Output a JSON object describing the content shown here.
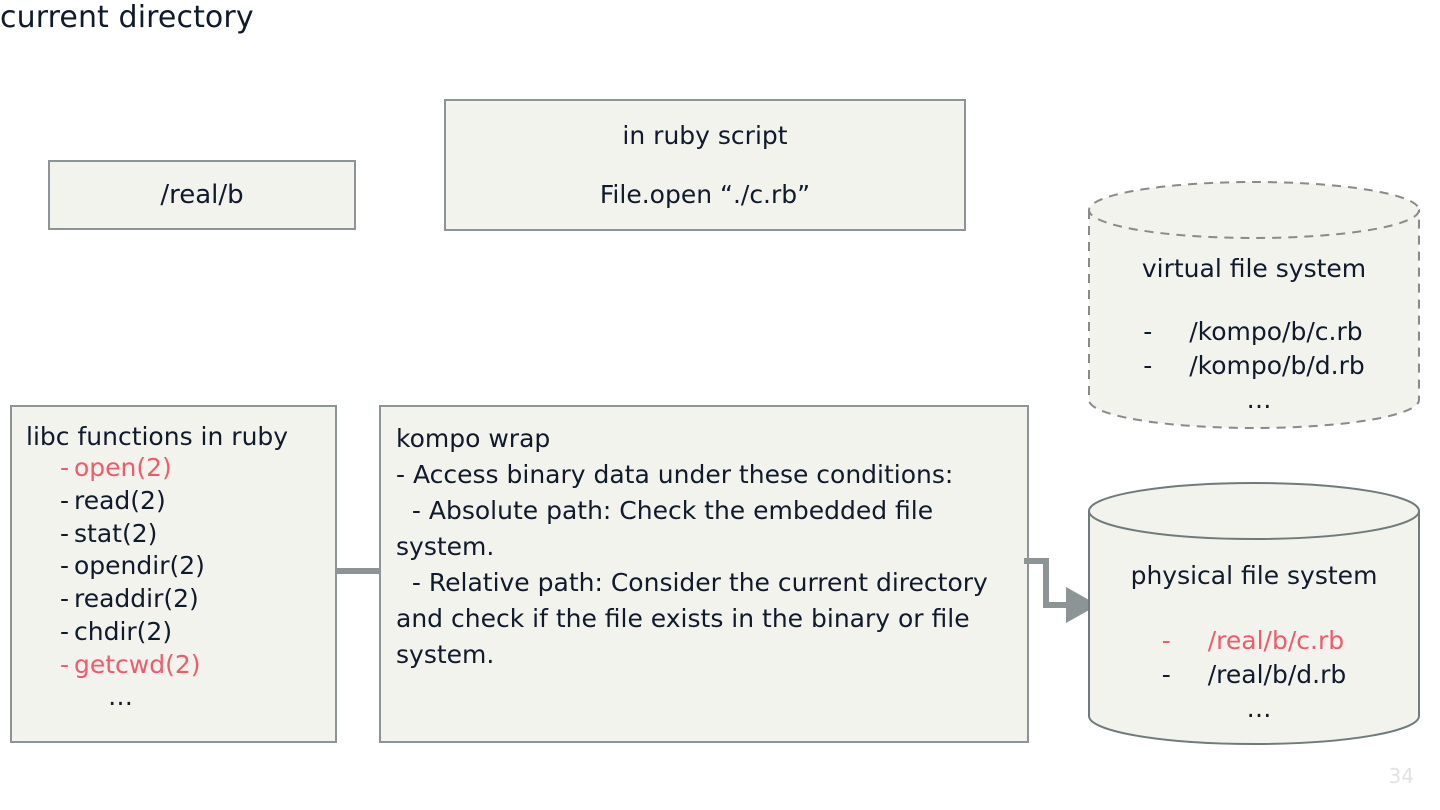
{
  "slide": {
    "page_number": "34",
    "colors": {
      "box_fill": "#f2f3ed",
      "box_border": "#8c9496",
      "text": "#101a2d",
      "highlight_red": "#ef5b6b",
      "connector": "#8c9496",
      "page_number": "#e2e2e2"
    }
  },
  "current_directory": {
    "title": "current directory",
    "value": "/real/b"
  },
  "ruby_script": {
    "title": "in ruby script",
    "code": "File.open “./c.rb”"
  },
  "libc": {
    "title": "libc functions in ruby",
    "items": [
      {
        "dash": "-",
        "label": "open(2)",
        "highlight": true
      },
      {
        "dash": "-",
        "label": "read(2)",
        "highlight": false
      },
      {
        "dash": "-",
        "label": "stat(2)",
        "highlight": false
      },
      {
        "dash": "-",
        "label": "opendir(2)",
        "highlight": false
      },
      {
        "dash": "-",
        "label": "readdir(2)",
        "highlight": false
      },
      {
        "dash": "-",
        "label": "chdir(2)",
        "highlight": false
      },
      {
        "dash": "-",
        "label": "getcwd(2)",
        "highlight": true
      }
    ],
    "ellipsis": "…"
  },
  "kompo": {
    "title": "kompo wrap",
    "body": "kompo wrap\n- Access binary data under these conditions:\n  - Absolute path: Check the embedded file system.\n  - Relative path: Consider the current directory and check if the file exists in the binary or file system."
  },
  "virtual_fs": {
    "title": "virtual file system",
    "items": [
      {
        "dash": "-",
        "label": "/kompo/b/c.rb",
        "highlight": false
      },
      {
        "dash": "-",
        "label": "/kompo/b/d.rb",
        "highlight": false
      }
    ],
    "ellipsis": "…"
  },
  "physical_fs": {
    "title": "physical file system",
    "items": [
      {
        "dash": "-",
        "label": "/real/b/c.rb",
        "highlight": true
      },
      {
        "dash": "-",
        "label": "/real/b/d.rb",
        "highlight": false
      }
    ],
    "ellipsis": "…"
  }
}
